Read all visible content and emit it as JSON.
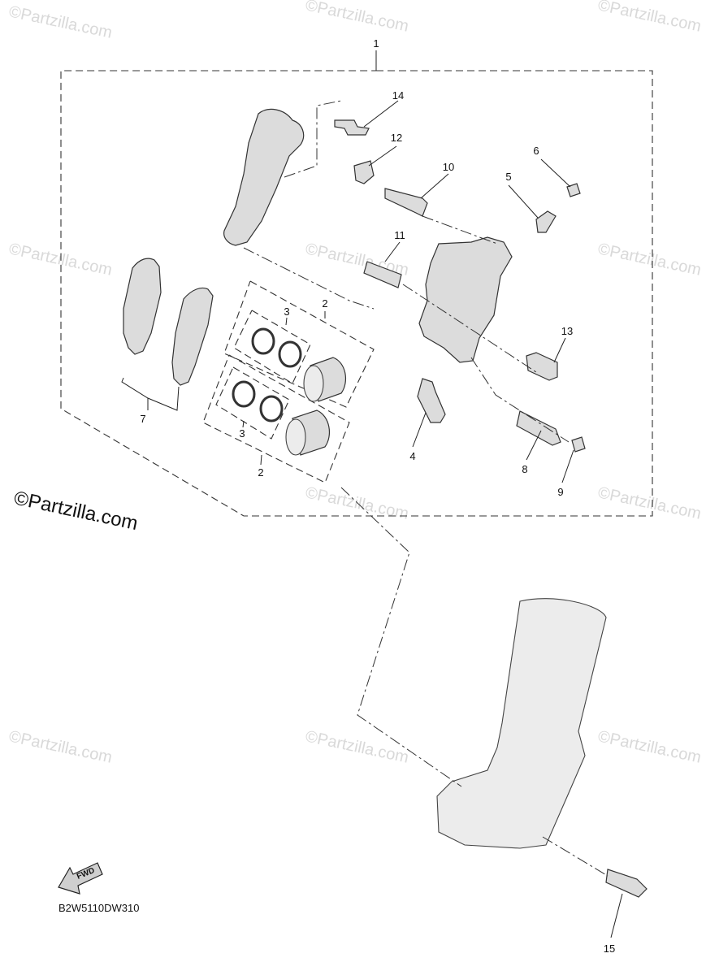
{
  "watermarks": {
    "small": "©Partzilla.com",
    "large": "©Partzilla.com"
  },
  "callouts": {
    "c1": "1",
    "c2a": "2",
    "c2b": "2",
    "c3a": "3",
    "c3b": "3",
    "c4": "4",
    "c5": "5",
    "c6": "6",
    "c7": "7",
    "c8": "8",
    "c9": "9",
    "c10": "10",
    "c11": "11",
    "c12": "12",
    "c13": "13",
    "c14": "14",
    "c15": "15"
  },
  "fwd_label": "FWD",
  "diagram_code": "B2W5110DW310",
  "colors": {
    "part_fill": "#dcdcdc",
    "line": "#222222",
    "watermark": "#d9d9d9"
  }
}
